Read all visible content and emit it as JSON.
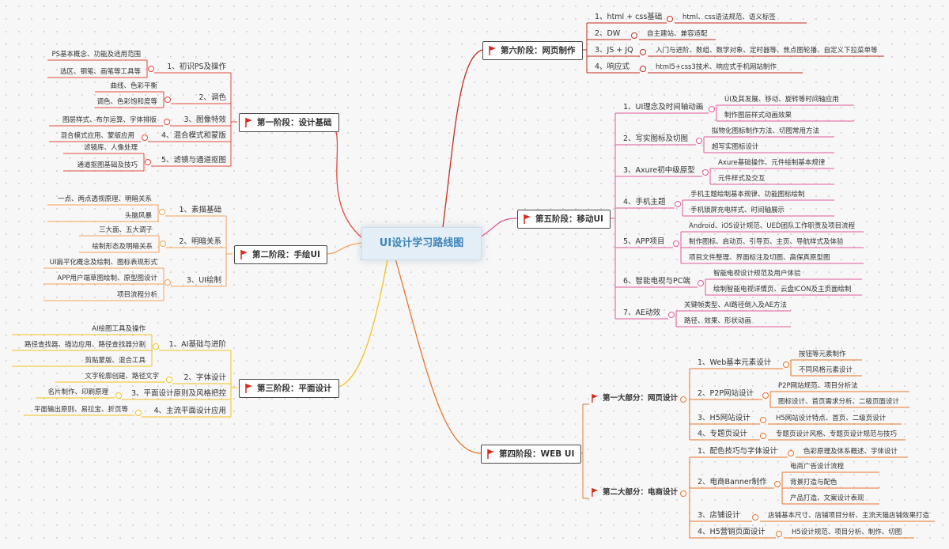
{
  "center": {
    "title": "UI设计学习路线图"
  },
  "colors": {
    "stage1": "#e5483c",
    "stage2": "#f4a35a",
    "stage3": "#f3c21f",
    "stage4": "#e9742a",
    "stage5": "#e05a9a",
    "stage6": "#c62b1c"
  },
  "stages": {
    "s1": {
      "title": "第一阶段：设计基础",
      "items": [
        {
          "label": "1、初识PS及操作",
          "subs": [
            "PS基本概念、功能及适用范围",
            "选区、钢笔、画笔等工具等"
          ]
        },
        {
          "label": "2、调色",
          "subs": [
            "曲线、色彩平衡",
            "调色、色彩饱和度等"
          ]
        },
        {
          "label": "3、图像特效",
          "subs": [
            "图层样式、布尔运算、字体排版"
          ]
        },
        {
          "label": "4、混合模式和蒙版",
          "subs": [
            "混合模式应用、蒙版应用"
          ]
        },
        {
          "label": "5、滤镜与通道抠图",
          "subs": [
            "滤镜库、人像处理",
            "通道抠图基础及技巧"
          ]
        }
      ]
    },
    "s2": {
      "title": "第二阶段：手绘UI",
      "items": [
        {
          "label": "1、素描基础",
          "subs": [
            "一点、两点透视原理、明暗关系",
            "头脑风暴"
          ]
        },
        {
          "label": "2、明暗关系",
          "subs": [
            "三大面、五大调子",
            "绘制形态及明暗关系"
          ]
        },
        {
          "label": "3、UI绘制",
          "subs": [
            "UI扁平化概念及绘制、图标表现形式",
            "APP用户端草图绘制、原型图设计",
            "项目流程分析"
          ]
        }
      ]
    },
    "s3": {
      "title": "第三阶段：平面设计",
      "items": [
        {
          "label": "1、AI基础与进阶",
          "subs": [
            "AI绘图工具及操作",
            "路径查找器、描边应用、路径查找器分割",
            "剪贴蒙版、混合工具"
          ]
        },
        {
          "label": "2、字体设计",
          "subs": [
            "文字轮廓创建、路径文字"
          ]
        },
        {
          "label": "3、平面设计原则及风格把控",
          "subs": [
            "名片制作、印刷原理"
          ]
        },
        {
          "label": "4、主流平面设计应用",
          "subs": [
            "平面输出原则、易拉宝、折页等"
          ]
        }
      ]
    },
    "s4": {
      "title": "第四阶段：WEB UI",
      "parts": [
        {
          "title": "第一大部分：网页设计",
          "items": [
            {
              "label": "1、Web基本元素设计",
              "subs": [
                "按钮等元素制作",
                "不同风格元素设计"
              ]
            },
            {
              "label": "2、P2P网站设计",
              "subs": [
                "P2P网站规范、项目分析法",
                "图标设计、首页需求分析、二级页面设计"
              ]
            },
            {
              "label": "3、H5网站设计",
              "subs": [
                "H5网站设计特点、首页、二级页设计"
              ]
            },
            {
              "label": "4、专题页设计",
              "subs": [
                "专题页设计风格、专题页设计规范与技巧"
              ]
            }
          ]
        },
        {
          "title": "第二大部分：电商设计",
          "items": [
            {
              "label": "1、配色技巧与字体设计",
              "subs": [
                "色彩原理及体系概述、字体设计"
              ]
            },
            {
              "label": "2、电商Banner制作",
              "subs": [
                "电商广告设计流程",
                "背景打造与配色",
                "产品打造、文案设计表现"
              ]
            },
            {
              "label": "3、店铺设计",
              "subs": [
                "店铺基本尺寸、店铺项目分析、主流天猫店铺效果打造"
              ]
            },
            {
              "label": "4、H5营销页面设计",
              "subs": [
                "H5设计规范、项目分析、制作、切图"
              ]
            }
          ]
        }
      ]
    },
    "s5": {
      "title": "第五阶段：移动UI",
      "items": [
        {
          "label": "1、UI理念及时间轴动画",
          "subs": [
            "UI及其发展、移动、旋转等时间轴应用",
            "制作图层样式动画效果"
          ]
        },
        {
          "label": "2、写实图标及切图",
          "subs": [
            "拟物化图标制作方法、切图常用方法",
            "超写实图标设计"
          ]
        },
        {
          "label": "3、Axure初中级原型",
          "subs": [
            "Axure基础操作、元件绘制基本规律",
            "元件样式及交互"
          ]
        },
        {
          "label": "4、手机主题",
          "subs": [
            "手机主题绘制基本规律、功能图标绘制",
            "手机锁屏充电样式、时间轴展示"
          ]
        },
        {
          "label": "5、APP项目",
          "subs": [
            "Android、iOS设计规范、UED团队工作职责及项目流程",
            "制作图标、启动页、引导页、主页、导航样式及体验",
            "项目文件整理、界面标注及切图、高保真原型图"
          ]
        },
        {
          "label": "6、智能电视与PC端",
          "subs": [
            "智能电视设计规范及用户体验",
            "绘制智能电视详情页、云盘ICON及主页面绘制"
          ]
        },
        {
          "label": "7、AE动效",
          "subs": [
            "关键帧类型、AI路径倒入及AE方法",
            "路径、效果、形状动画"
          ]
        }
      ]
    },
    "s6": {
      "title": "第六阶段：网页制作",
      "items": [
        {
          "label": "1、html + css基础",
          "subs": [
            "html、css语法规范、语义标签"
          ]
        },
        {
          "label": "2、DW",
          "subs": [
            "自主建站、兼容适配"
          ]
        },
        {
          "label": "3、JS + JQ",
          "subs": [
            "入门与进阶、数组、数学对象、定时器等、焦点图轮播、自定义下拉菜单等"
          ]
        },
        {
          "label": "4、响应式",
          "subs": [
            "html5+css3技术、响应式手机网站制作"
          ]
        }
      ]
    }
  }
}
